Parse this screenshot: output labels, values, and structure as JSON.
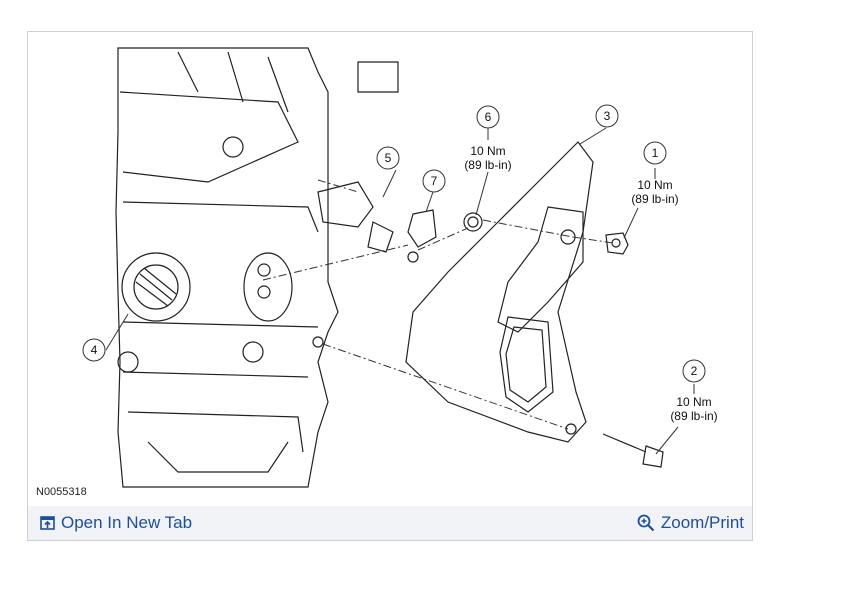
{
  "figure": {
    "id_label": "N0055318",
    "callouts": [
      {
        "number": "1",
        "torque": "10 Nm",
        "torque_alt": "(89 lb-in)"
      },
      {
        "number": "2",
        "torque": "10 Nm",
        "torque_alt": "(89 lb-in)"
      },
      {
        "number": "3"
      },
      {
        "number": "4"
      },
      {
        "number": "5"
      },
      {
        "number": "6",
        "torque": "10 Nm",
        "torque_alt": "(89 lb-in)"
      },
      {
        "number": "7"
      }
    ]
  },
  "toolbar": {
    "open_tab_label": "Open In New Tab",
    "open_tab_icon": "open-new-tab-icon",
    "zoom_label": "Zoom/Print",
    "zoom_icon": "zoom-in-icon",
    "link_color": "#1f4e9c"
  }
}
